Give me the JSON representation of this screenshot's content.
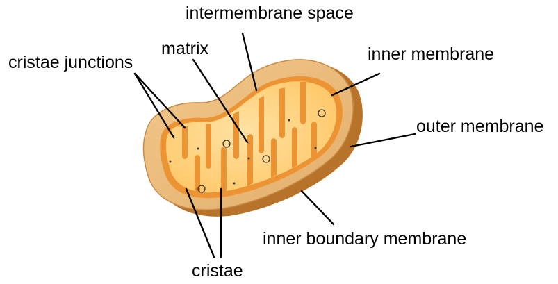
{
  "labels": {
    "intermembrane_space": "intermembrane space",
    "matrix": "matrix",
    "cristae_junctions": "cristae junctions",
    "inner_membrane": "inner membrane",
    "outer_membrane": "outer membrane",
    "inner_boundary_membrane": "inner boundary membrane",
    "cristae": "cristae"
  },
  "colors": {
    "outer_body": "#E9B878",
    "outer_shadow": "#B8732A",
    "intermembrane_border": "#EC9434",
    "matrix_fill": "#FFC767",
    "matrix_light": "#FFE2A3",
    "label_text": "#000000"
  }
}
